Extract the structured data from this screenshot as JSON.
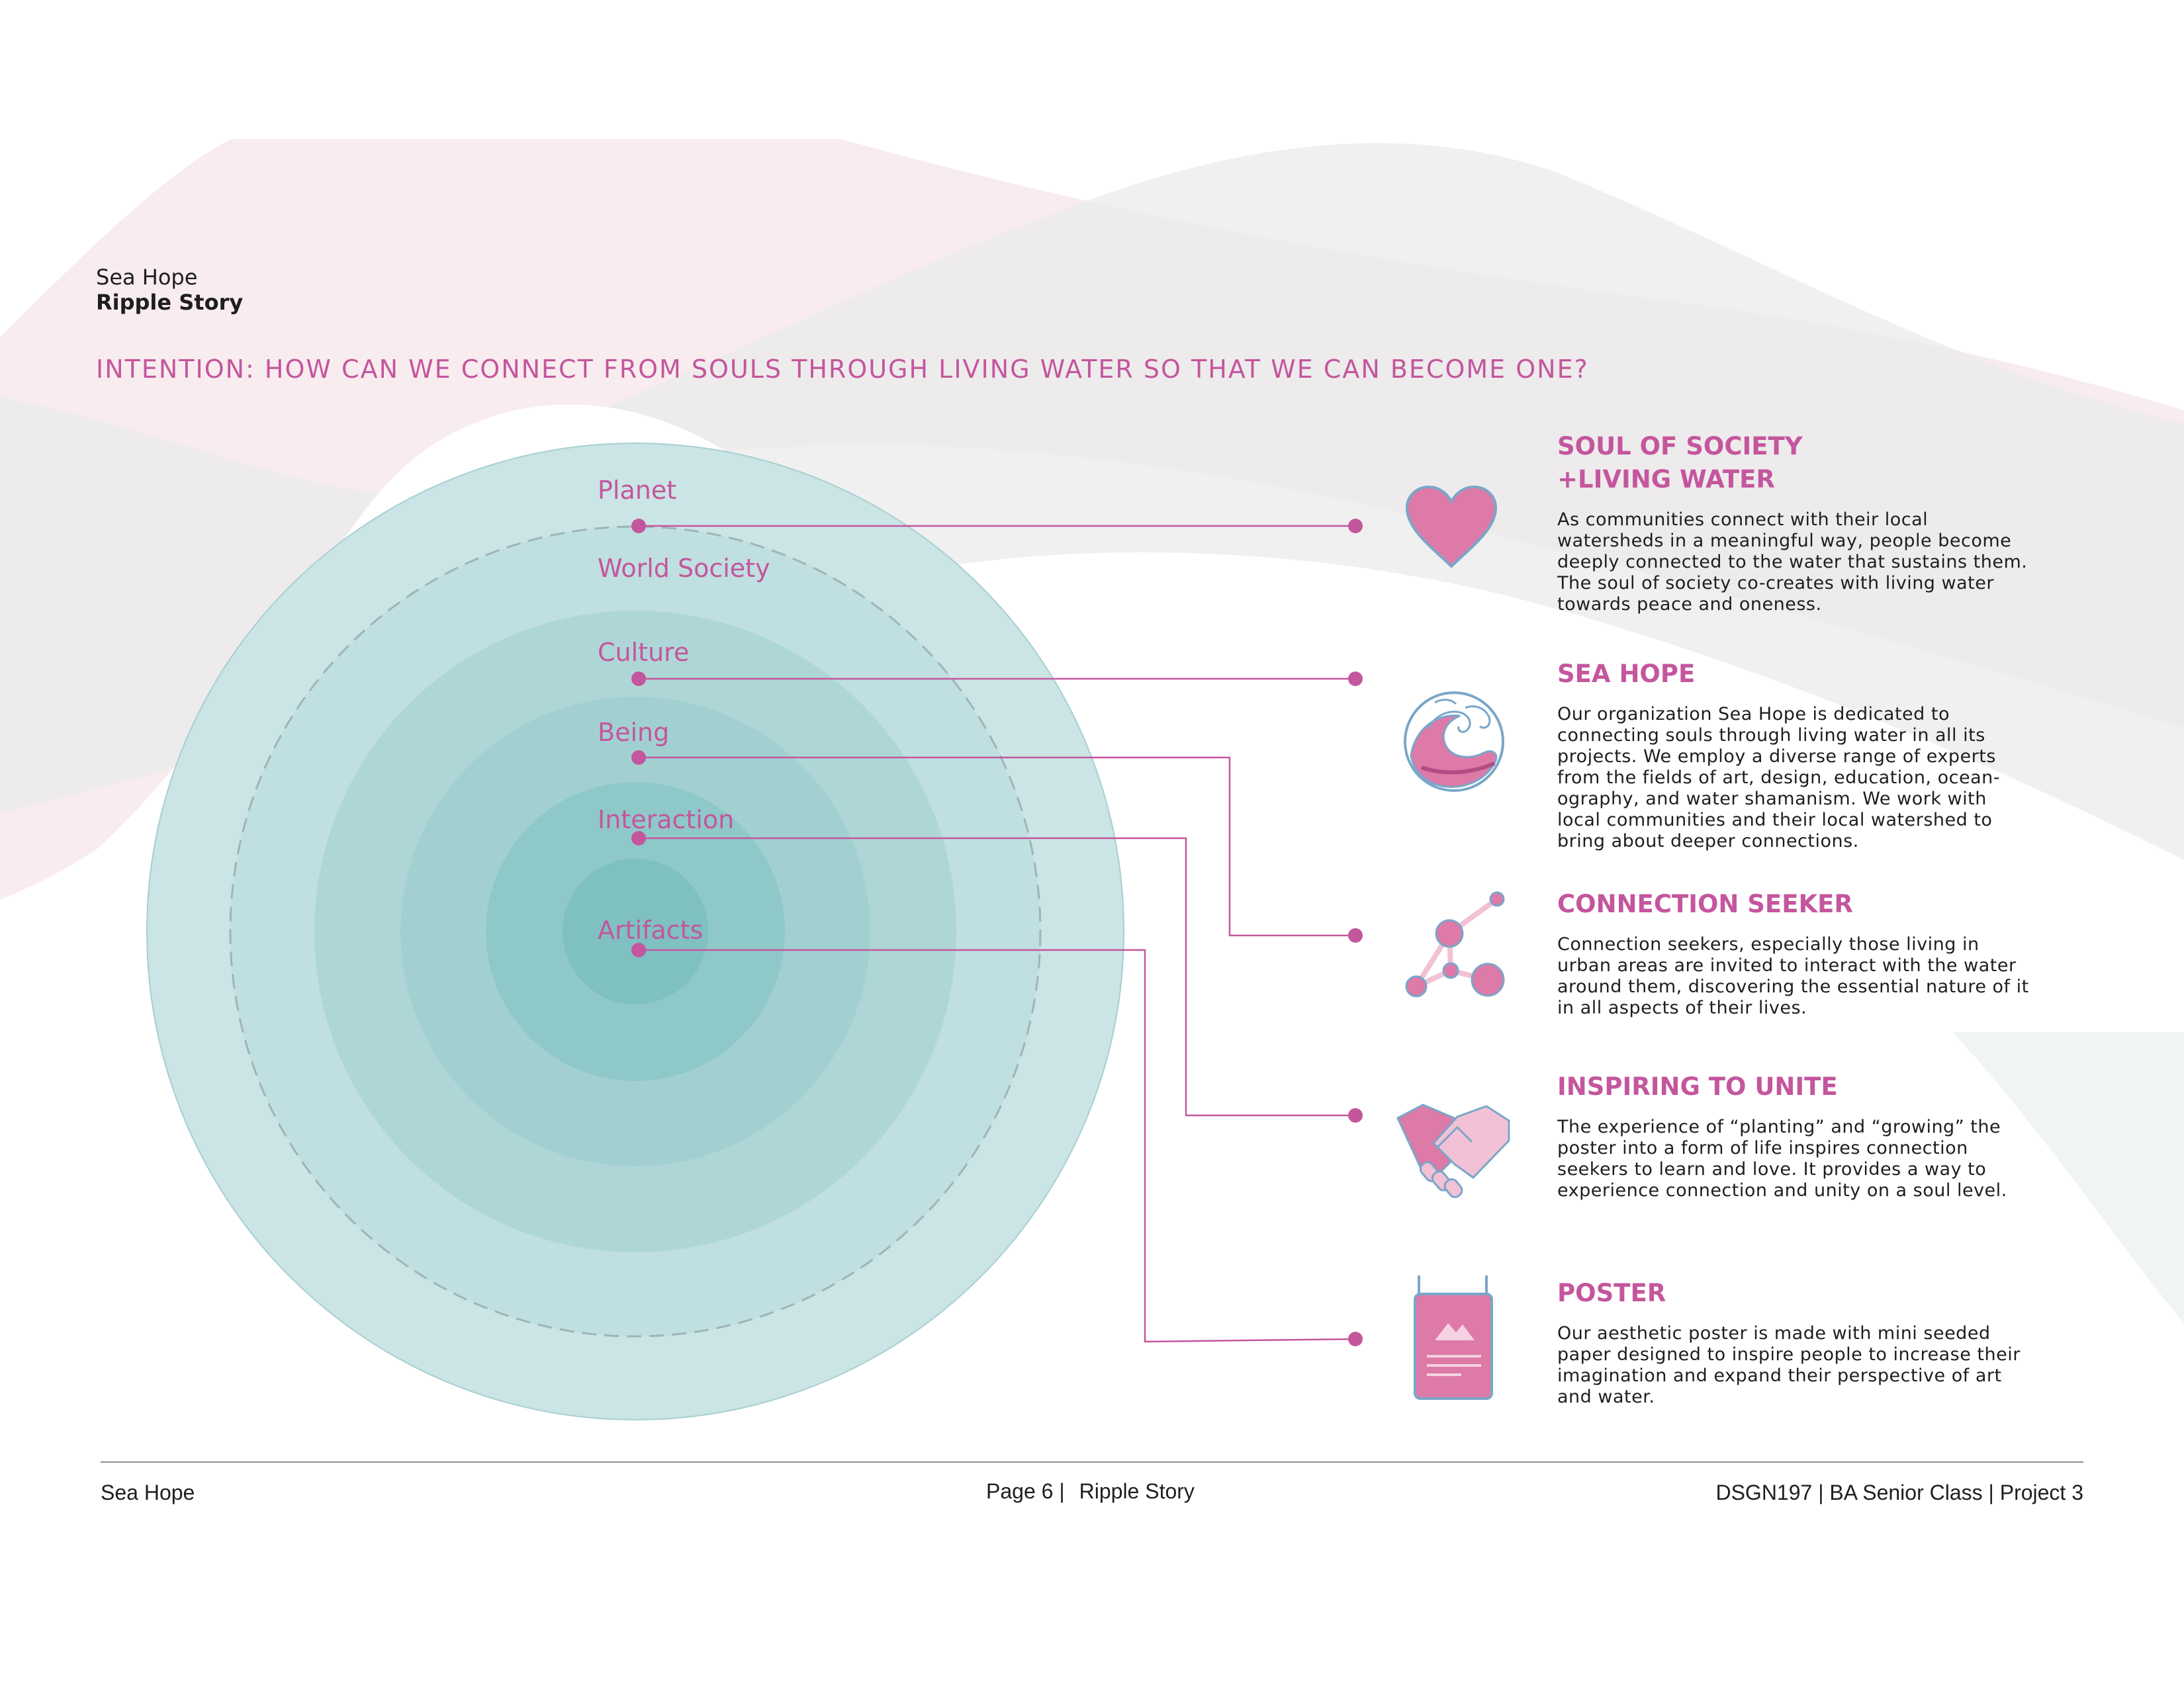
{
  "header": {
    "org": "Sea Hope",
    "title": "Ripple Story"
  },
  "intention": "INTENTION: HOW CAN WE CONNECT FROM SOULS THROUGH LIVING WATER SO THAT WE CAN BECOME ONE?",
  "rings": [
    "Planet",
    "World Society",
    "Culture",
    "Being",
    "Interaction",
    "Artifacts"
  ],
  "sections": [
    {
      "title": "SOUL OF SOCIETY\n+LIVING WATER",
      "body": "As communities connect with their local watersheds in a meaningful way, people become deeply connected to the water that sustains them. The soul of society co-creates with living water towards peace and oneness.",
      "icon": "heart-icon"
    },
    {
      "title": "SEA HOPE",
      "body": "Our organization Sea Hope is dedicated to connecting souls through living water in all its projects. We employ a diverse range of experts from the fields of art, design, education, ocean-ography, and water shamanism. We work with local communities and their local watershed to bring about deeper connections.",
      "icon": "wave-icon"
    },
    {
      "title": "CONNECTION SEEKER",
      "body": "Connection seekers, especially those living in urban areas are invited to interact with the water around them, discovering the essential nature of it in all aspects of their lives.",
      "icon": "network-icon"
    },
    {
      "title": "INSPIRING TO UNITE",
      "body": "The experience of “planting” and “growing” the poster into a form of life inspires connection seekers to learn and love. It provides a way to experience connection and unity on a soul level.",
      "icon": "handshake-icon"
    },
    {
      "title": "POSTER",
      "body": "Our aesthetic poster is made with mini seeded paper designed to inspire people to increase their imagination and expand their perspective of art and water.",
      "icon": "poster-icon"
    }
  ],
  "footer": {
    "left": "Sea Hope",
    "page": "Page 6 |",
    "section": "Ripple Story",
    "right": "DSGN197 | BA Senior Class | Project 3"
  },
  "colors": {
    "accent": "#c4569d",
    "teal": "#bfe0e0",
    "pink_icon": "#dd7aa8",
    "outline": "#7aa6c8"
  }
}
